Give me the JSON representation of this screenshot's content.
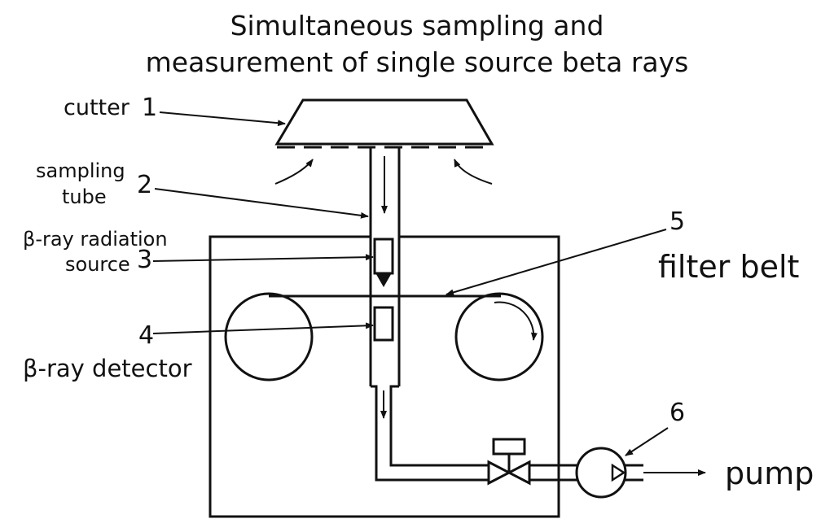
{
  "title": {
    "line1": "Simultaneous sampling and",
    "line2": "measurement of single source beta rays"
  },
  "labels": {
    "cutter": "cutter",
    "sampling_tube_line1": "sampling",
    "sampling_tube_line2": "tube",
    "source_line1": "β-ray radiation",
    "source_line2": "source",
    "detector": "β-ray detector",
    "filter_belt": "filter belt",
    "pump": "pump"
  },
  "numbers": {
    "n1": "1",
    "n2": "2",
    "n3": "3",
    "n4": "4",
    "n5": "5",
    "n6": "6"
  },
  "colors": {
    "line": "#111111",
    "background": "#ffffff"
  }
}
